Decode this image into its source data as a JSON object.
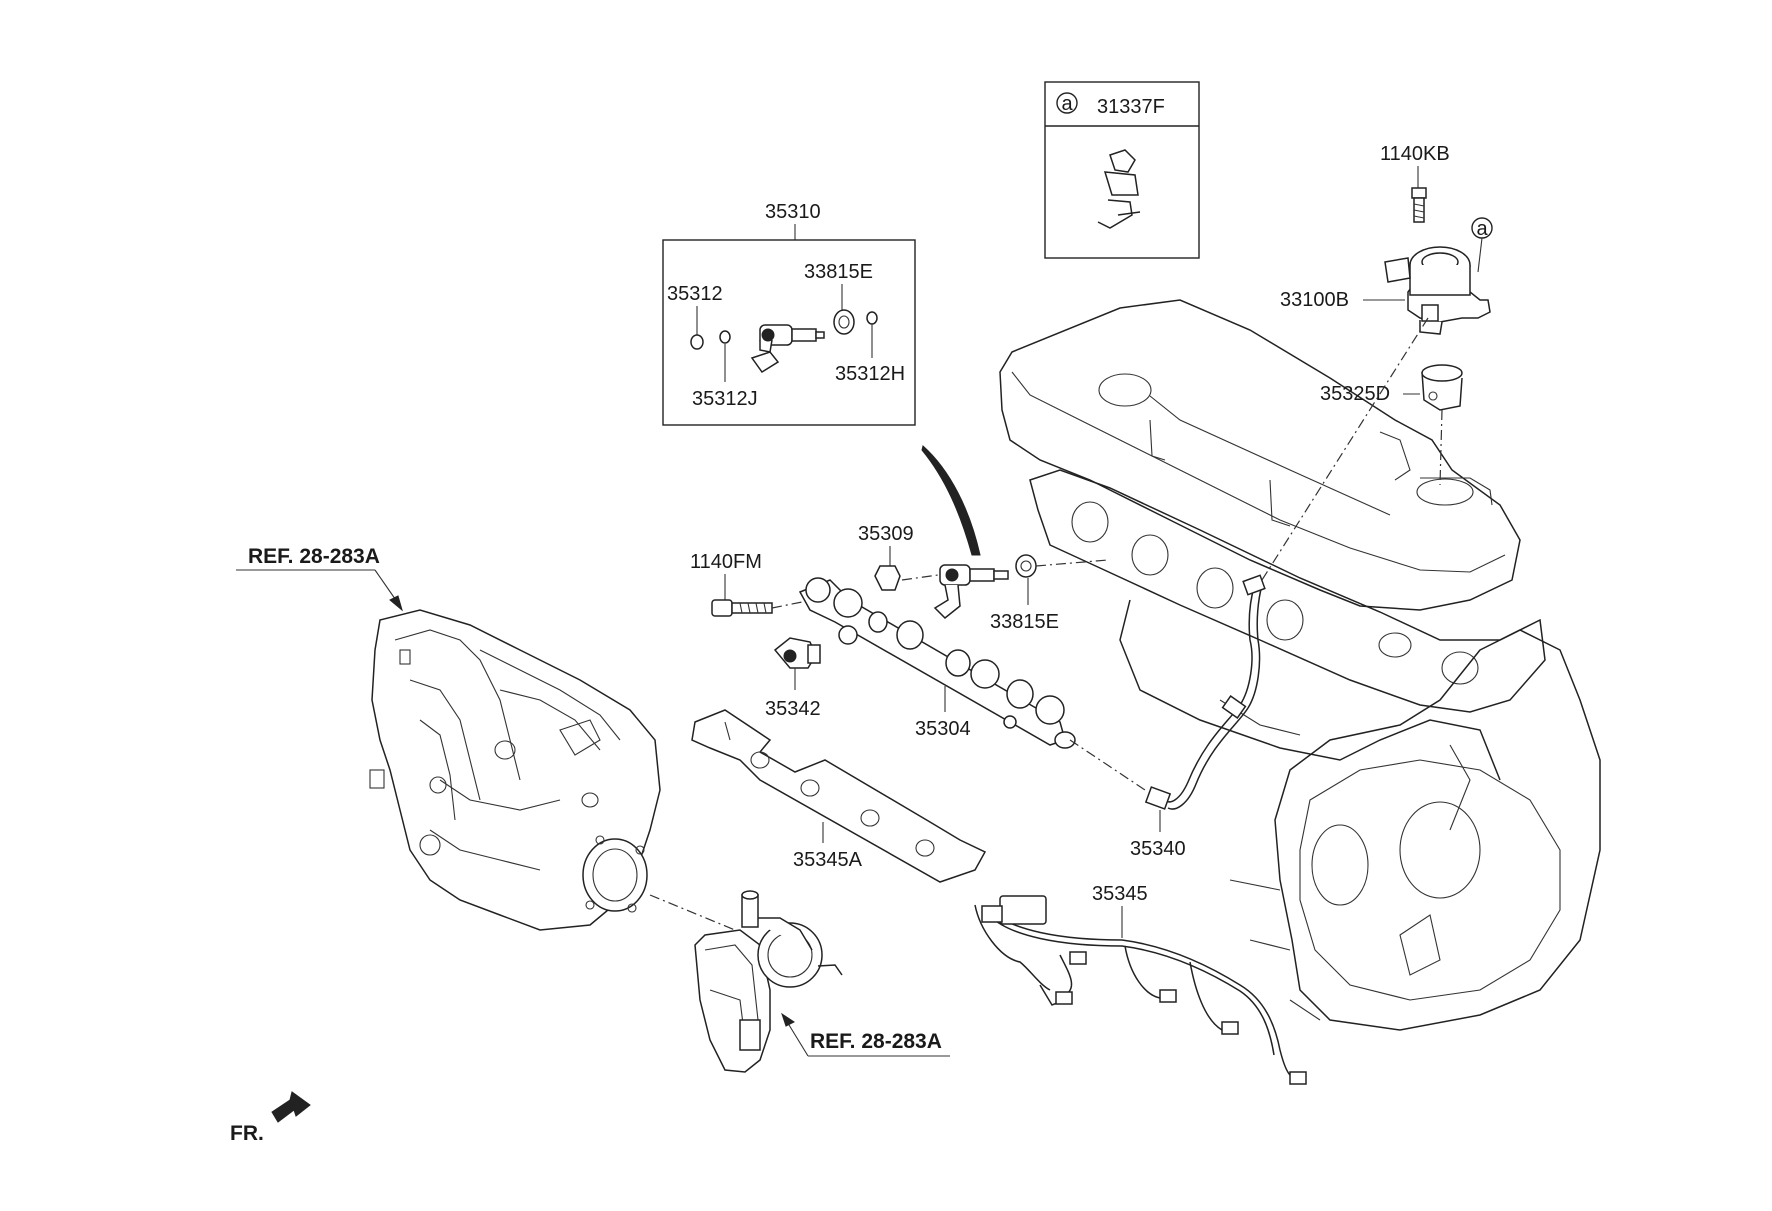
{
  "labels": {
    "p31337F": "31337F",
    "p1140KB": "1140KB",
    "p33100B": "33100B",
    "p35325D": "35325D",
    "p35310": "35310",
    "p35312": "35312",
    "p33815E_top": "33815E",
    "p35312H": "35312H",
    "p35312J": "35312J",
    "p35309": "35309",
    "p1140FM": "1140FM",
    "p33815E_mid": "33815E",
    "p35342": "35342",
    "p35304": "35304",
    "p35345A": "35345A",
    "p35340": "35340",
    "p35345": "35345",
    "ref_top": "REF. 28-283A",
    "ref_bottom": "REF. 28-283A",
    "front": "FR."
  },
  "callouts": {
    "box_marker": "a",
    "pump_marker": "a"
  }
}
